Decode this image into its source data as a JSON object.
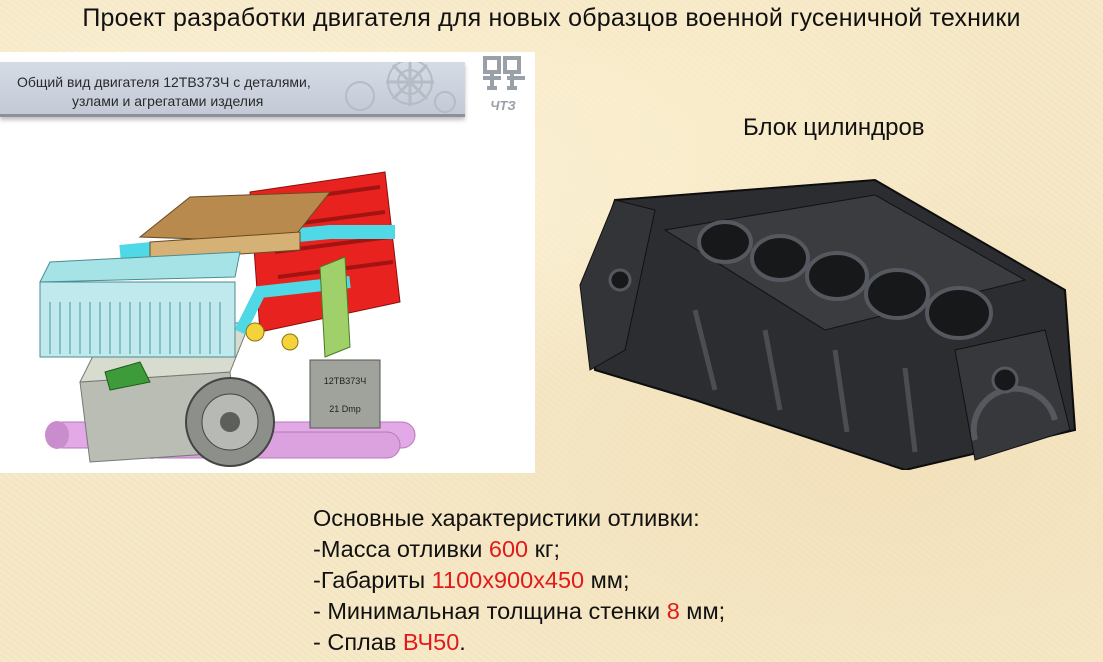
{
  "title": "Проект разработки двигателя для новых образцов военной гусеничной  техники",
  "left_panel": {
    "caption_line1": "Общий вид двигателя 12ТВ373Ч с деталями,",
    "caption_line2": "узлами и агрегатами изделия",
    "logo_text": "ЧТЗ",
    "engine_tag1": "12ТВ373Ч",
    "engine_tag2": "21 Dmp"
  },
  "right_panel": {
    "label": "Блок цилиндров"
  },
  "specs": {
    "heading": "Основные характеристики отливки:",
    "mass_prefix": "-Масса отливки ",
    "mass_value": "600",
    "mass_unit": " кг;",
    "dims_prefix": "-Габариты ",
    "dims_value": "1100х900х450",
    "dims_unit": " мм;",
    "wall_prefix": "- Минимальная толщина стенки ",
    "wall_value": "8",
    "wall_unit": " мм;",
    "alloy_prefix": "- Сплав ",
    "alloy_value": "ВЧ50",
    "alloy_suffix": "."
  },
  "colors": {
    "highlight": "#e11b1b",
    "background": "#f6e8c6"
  }
}
